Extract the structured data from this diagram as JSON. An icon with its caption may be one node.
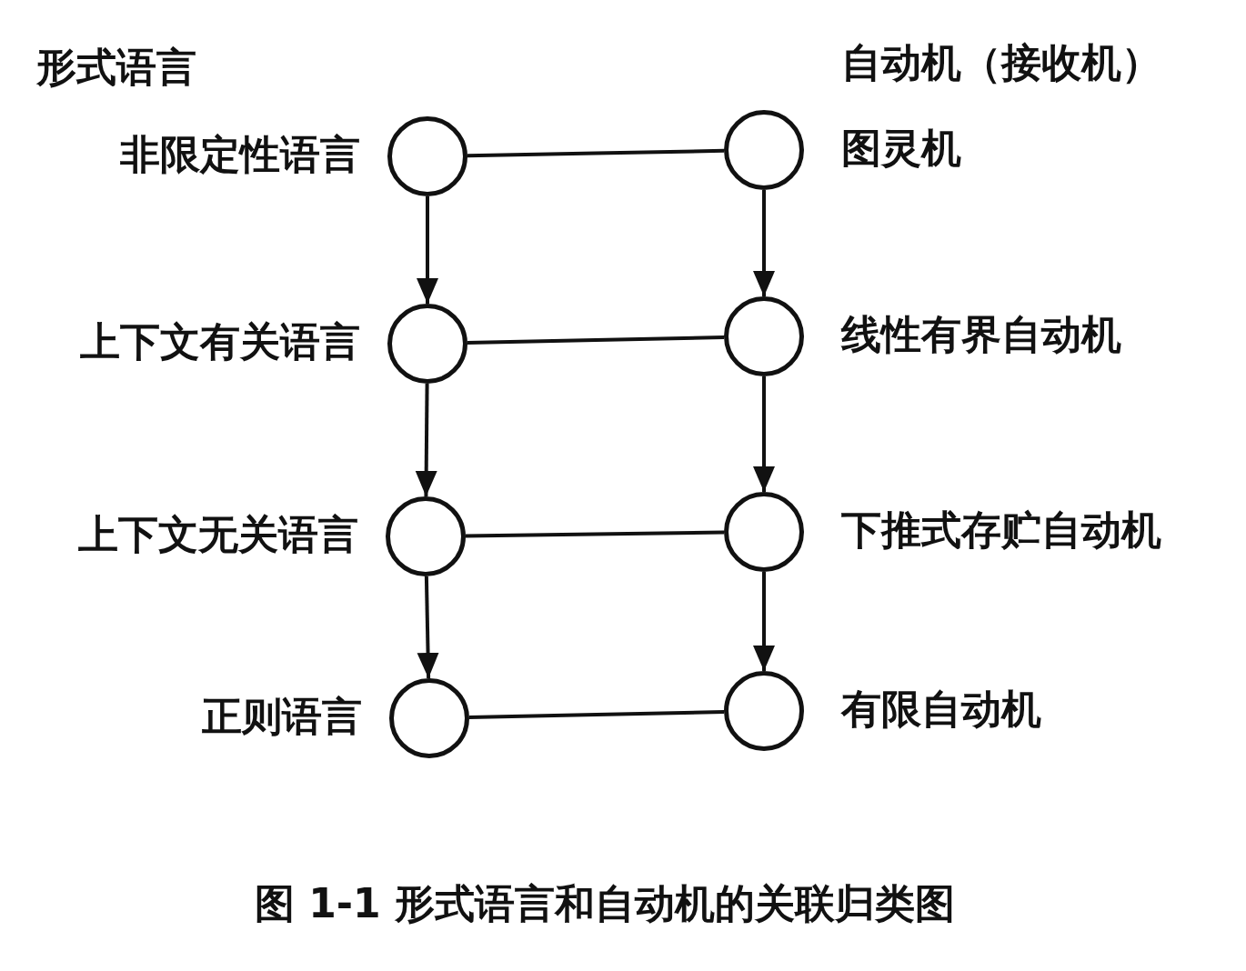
{
  "diagram": {
    "caption": "图 1-1 形式语言和自动机的关联归类图",
    "nodes": [
      {
        "text": [],
        "shape": "circle",
        "beside": [
          "非限定性语言"
        ]
      },
      {
        "text": [],
        "shape": "circle",
        "beside": [
          "图灵机"
        ]
      },
      {
        "text": [],
        "shape": "circle",
        "beside": [
          "上下文有关语言"
        ]
      },
      {
        "text": [],
        "shape": "circle",
        "beside": [
          "线性有界自动机"
        ]
      },
      {
        "text": [],
        "shape": "circle",
        "beside": [
          "上下文无关语言"
        ]
      },
      {
        "text": [],
        "shape": "circle",
        "beside": [
          "下推式存贮自动机"
        ]
      },
      {
        "text": [],
        "shape": "circle",
        "beside": [
          "正则语言"
        ]
      },
      {
        "text": [],
        "shape": "circle",
        "beside": [
          "有限自动机"
        ]
      }
    ],
    "edges": [
      {
        "from": 0,
        "to": 1,
        "arrow": "none"
      },
      {
        "from": 0,
        "to": 2,
        "arrow": "to"
      },
      {
        "from": 1,
        "to": 3,
        "arrow": "to"
      },
      {
        "from": 2,
        "to": 3,
        "arrow": "none"
      },
      {
        "from": 2,
        "to": 4,
        "arrow": "to"
      },
      {
        "from": 3,
        "to": 5,
        "arrow": "to"
      },
      {
        "from": 4,
        "to": 5,
        "arrow": "none"
      },
      {
        "from": 4,
        "to": 6,
        "arrow": "to"
      },
      {
        "from": 5,
        "to": 7,
        "arrow": "to"
      },
      {
        "from": 6,
        "to": 7,
        "arrow": "none"
      }
    ],
    "labels": [
      "形式语言",
      "自动机（接收机）"
    ]
  }
}
